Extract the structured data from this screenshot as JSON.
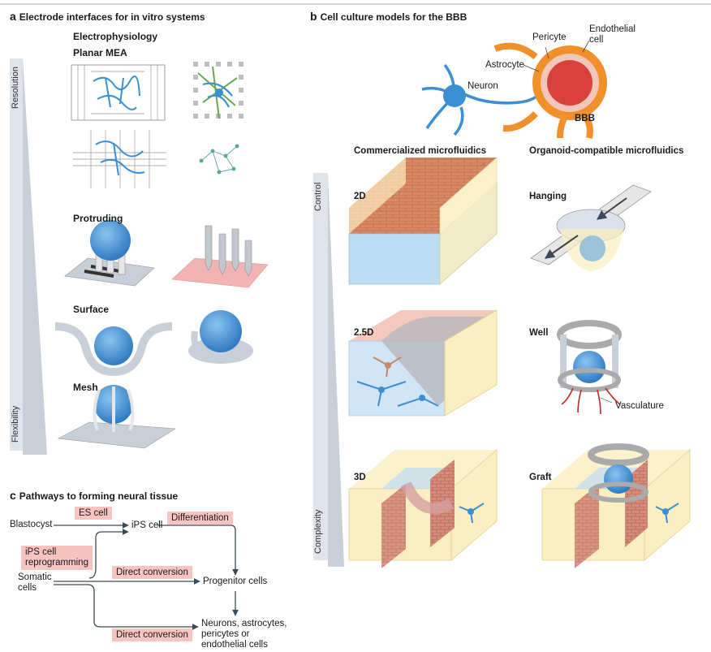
{
  "panel_a": {
    "letter": "a",
    "title": "Electrode interfaces for in vitro systems",
    "electrophysiology": "Electrophysiology",
    "planar_mea": "Planar MEA",
    "protruding": "Protruding",
    "surface": "Surface",
    "mesh": "Mesh",
    "axis_top": "Resolution",
    "axis_bottom": "Flexibility"
  },
  "panel_b": {
    "letter": "b",
    "title": "Cell culture models for the BBB",
    "neuron": "Neuron",
    "astrocyte": "Astrocyte",
    "pericyte": "Pericyte",
    "endothelial_cell": "Endothelial\ncell",
    "bbb": "BBB",
    "col_left": "Commercialized microfluidics",
    "col_right": "Organoid-compatible microfluidics",
    "label_2d": "2D",
    "label_25d": "2.5D",
    "label_3d": "3D",
    "hanging": "Hanging",
    "well": "Well",
    "vasculature": "Vasculature",
    "graft": "Graft",
    "axis_top": "Control",
    "axis_bottom": "Complexity"
  },
  "panel_c": {
    "letter": "c",
    "title": "Pathways to forming neural tissue",
    "blastocyst": "Blastocyst",
    "es_cell": "ES cell",
    "ips_cell": "iPS cell",
    "differentiation": "Differentiation",
    "ips_reprogramming_1": "iPS cell",
    "ips_reprogramming_2": "reprogramming",
    "somatic_1": "Somatic",
    "somatic_2": "cells",
    "direct_conversion_1": "Direct conversion",
    "direct_conversion_2": "Direct conversion",
    "progenitor": "Progenitor cells",
    "neurons_1": "Neurons, astrocytes,",
    "neurons_2": "pericytes or",
    "neurons_3": "endothelial cells"
  },
  "colors": {
    "cell_blue": "#3b8fd4",
    "astrocyte_orange": "#f0902a",
    "endothelial_red": "#d9413c",
    "brick": "#d98a64",
    "fluid_blue": "#bcdcf2",
    "box_yellow": "#fbeec1",
    "label_pink": "#f7c4c0",
    "mesh_green": "#6aa84f"
  }
}
